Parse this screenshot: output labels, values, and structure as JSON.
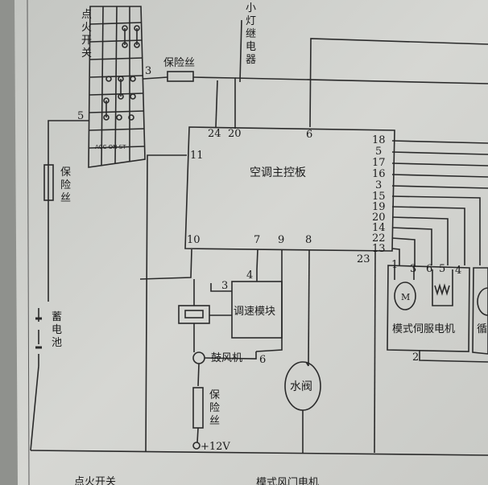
{
  "diagram": {
    "ignition_switch": {
      "label_chars": [
        "点",
        "火",
        "开",
        "关"
      ],
      "contacts_label": "ACC ON ST"
    },
    "small_light_relay": {
      "label_chars": [
        "小",
        "灯",
        "继",
        "电",
        "器"
      ]
    },
    "left_fuse": {
      "label_chars": [
        "保",
        "险",
        "丝"
      ]
    },
    "top_fuse": {
      "label": "保险丝"
    },
    "battery": {
      "label_chars": [
        "蓄",
        "电",
        "池"
      ]
    },
    "controller": {
      "title": "空调主控板",
      "pins_top": [
        "24",
        "20",
        "6"
      ],
      "pin_left": "11",
      "pins_bottom": [
        "10",
        "7",
        "9",
        "8"
      ],
      "pin_bottom_right": "23",
      "pins_right": [
        "18",
        "5",
        "17",
        "16",
        "3",
        "15",
        "19",
        "20",
        "14",
        "22",
        "13"
      ]
    },
    "wire_numbers": {
      "w3": "3",
      "w5": "5",
      "w4": "4",
      "w3b": "3",
      "w6": "6",
      "w2": "2"
    },
    "speed_module": {
      "label": "调速模块"
    },
    "blower": {
      "label": "鼓风机"
    },
    "water_valve": {
      "label": "水阀"
    },
    "mode_servo": {
      "label": "模式伺服电机",
      "motor_symbol": "M",
      "pins": [
        "1",
        "3",
        "6",
        "5",
        "4"
      ]
    },
    "recirc_servo": {
      "label_partial": "循"
    },
    "bottom_fuse": {
      "label_chars": [
        "保",
        "险",
        "丝"
      ],
      "supply": "+12V"
    },
    "page_bottom": {
      "left_caption": "点火开关",
      "right_caption": "模式风门电机"
    }
  }
}
